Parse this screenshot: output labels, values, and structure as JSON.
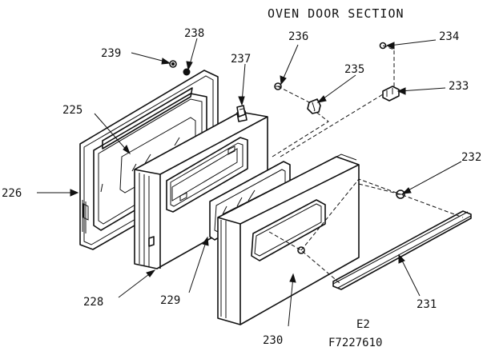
{
  "title": "OVEN DOOR SECTION",
  "model_code": "E2",
  "part_number": "F7227610",
  "callouts": {
    "p225": "225",
    "p226": "226",
    "p228": "228",
    "p229": "229",
    "p230": "230",
    "p231": "231",
    "p232": "232",
    "p233": "233",
    "p234": "234",
    "p235": "235",
    "p236": "236",
    "p237": "237",
    "p238": "238",
    "p239": "239"
  }
}
